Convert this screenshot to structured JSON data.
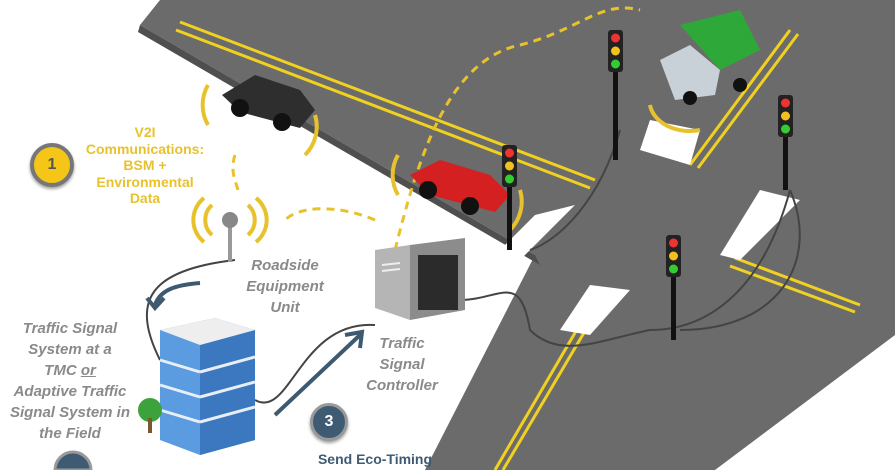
{
  "labels": {
    "v2i": [
      "V2I",
      "Communications:",
      "BSM +",
      "Environmental",
      "Data"
    ],
    "rse": [
      "Roadside",
      "Equipment",
      "Unit"
    ],
    "tss": [
      "Traffic Signal",
      "System at a",
      "TMC",
      "or",
      "Adaptive Traffic",
      "Signal System in",
      "the Field"
    ],
    "tsc": [
      "Traffic",
      "Signal",
      "Controller"
    ],
    "eco": "Send Eco-Timing"
  },
  "badges": {
    "one": "1",
    "three": "3"
  },
  "colors": {
    "road": "#6b6b6b",
    "lane_yellow": "#f0d020",
    "signal_yellow": "#e8c22c",
    "label_gray": "#8a8a8a",
    "arrow_blue": "#3d5a70",
    "badge_yellow": "#f5c518",
    "badge_blue": "#3f5b73"
  }
}
